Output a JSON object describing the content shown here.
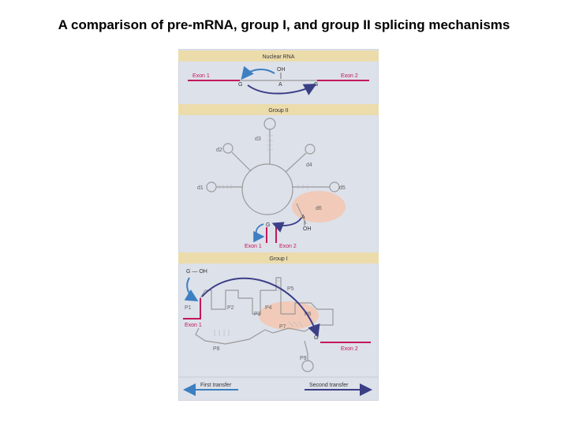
{
  "title": "A comparison of pre-mRNA, group I, and group II splicing mechanisms",
  "colors": {
    "panel_bg": "#dde1ea",
    "band": "#ecdcab",
    "exon": "#c2185b",
    "arrow_first": "#3d7fc1",
    "arrow_second": "#3b3f86",
    "rna_line": "#9a9a9a",
    "highlight": "#f4c6b0"
  },
  "sections": {
    "nuclear": {
      "header": "Nuclear RNA",
      "exon1": "Exon 1",
      "exon2": "Exon 2",
      "oh": "OH",
      "g_left": "G",
      "a_branch": "A",
      "g_right": "G"
    },
    "group2": {
      "header": "Group II",
      "domains": [
        "d1",
        "d2",
        "d3",
        "d4",
        "d5",
        "d6"
      ],
      "a_branch": "A",
      "oh": "OH",
      "g": "G",
      "exon1": "Exon 1",
      "exon2": "Exon 2"
    },
    "group1": {
      "header": "Group I",
      "g_oh": "G — OH",
      "helices": [
        "P1",
        "P2",
        "P3",
        "P4",
        "P5",
        "P6",
        "P7",
        "P8",
        "P9"
      ],
      "exon1": "Exon 1",
      "exon2": "Exon 2",
      "g": "G"
    }
  },
  "legend": {
    "first_transfer": "First transfer",
    "second_transfer": "Second transfer"
  }
}
